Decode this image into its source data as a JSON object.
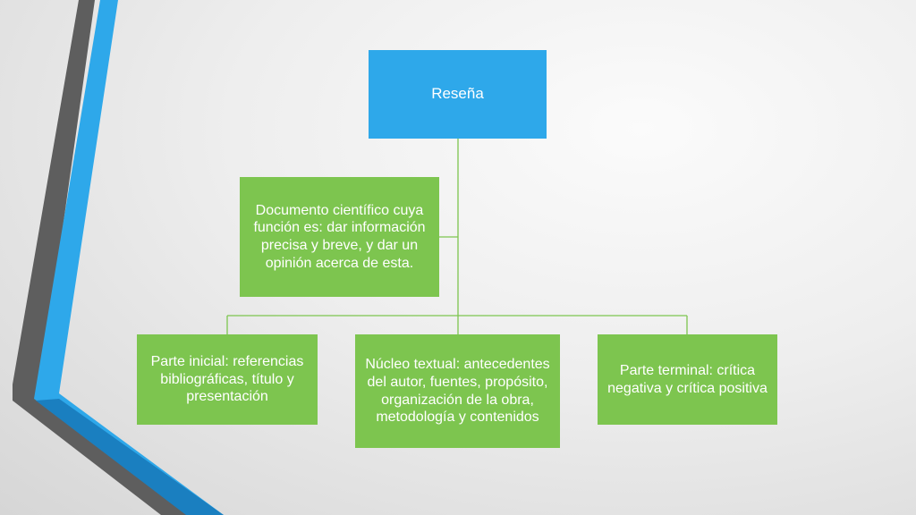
{
  "diagram": {
    "root": {
      "label": "Reseña"
    },
    "assistant": {
      "label": "Documento científico cuya función es: dar información precisa y breve, y dar un opinión acerca de esta."
    },
    "children": [
      {
        "label": "Parte inicial: referencias bibliográficas, título y presentación"
      },
      {
        "label": "Núcleo textual: antecedentes del autor, fuentes, propósito, organización de la obra, metodología y contenidos"
      },
      {
        "label": "Parte terminal: crítica negativa y crítica positiva"
      }
    ]
  },
  "colors": {
    "root_fill": "#2ea8ea",
    "node_fill": "#7dc54f",
    "connector": "#7dc54f",
    "accent_blue": "#2ea8ea",
    "accent_gray": "#5a5a5a"
  }
}
